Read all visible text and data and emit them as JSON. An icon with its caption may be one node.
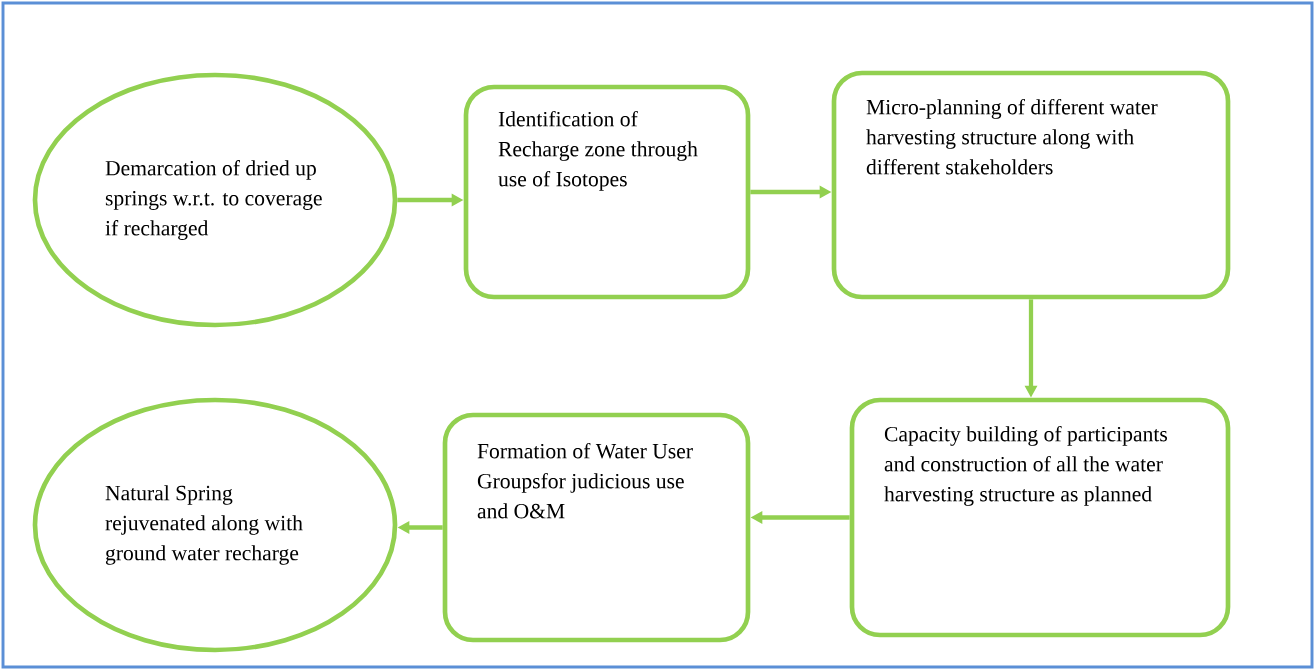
{
  "diagram": {
    "nodes": [
      {
        "text": [
          "Demarcation of dried up springs w.r.t. to coverage if recharged"
        ]
      },
      {
        "text": [
          "Identification of Recharge zone through use of Isotopes"
        ]
      },
      {
        "text": [
          "Micro-planning of different water harvesting structure along with different stakeholders"
        ]
      },
      {
        "text": [
          "Capacity building of participants and construction of all the water harvesting structure as planned"
        ]
      },
      {
        "text": [
          "Formation of Water User Groupsfor judicious use and O&M"
        ]
      },
      {
        "text": [
          "Natural Spring rejuvenated along with ground water recharge"
        ]
      }
    ],
    "edges": [
      {
        "from": 0,
        "to": 1,
        "arrow": "to"
      },
      {
        "from": 1,
        "to": 2,
        "arrow": "to"
      },
      {
        "from": 2,
        "to": 3,
        "arrow": "to"
      },
      {
        "from": 3,
        "to": 4,
        "arrow": "to"
      },
      {
        "from": 4,
        "to": 5,
        "arrow": "to"
      }
    ]
  }
}
